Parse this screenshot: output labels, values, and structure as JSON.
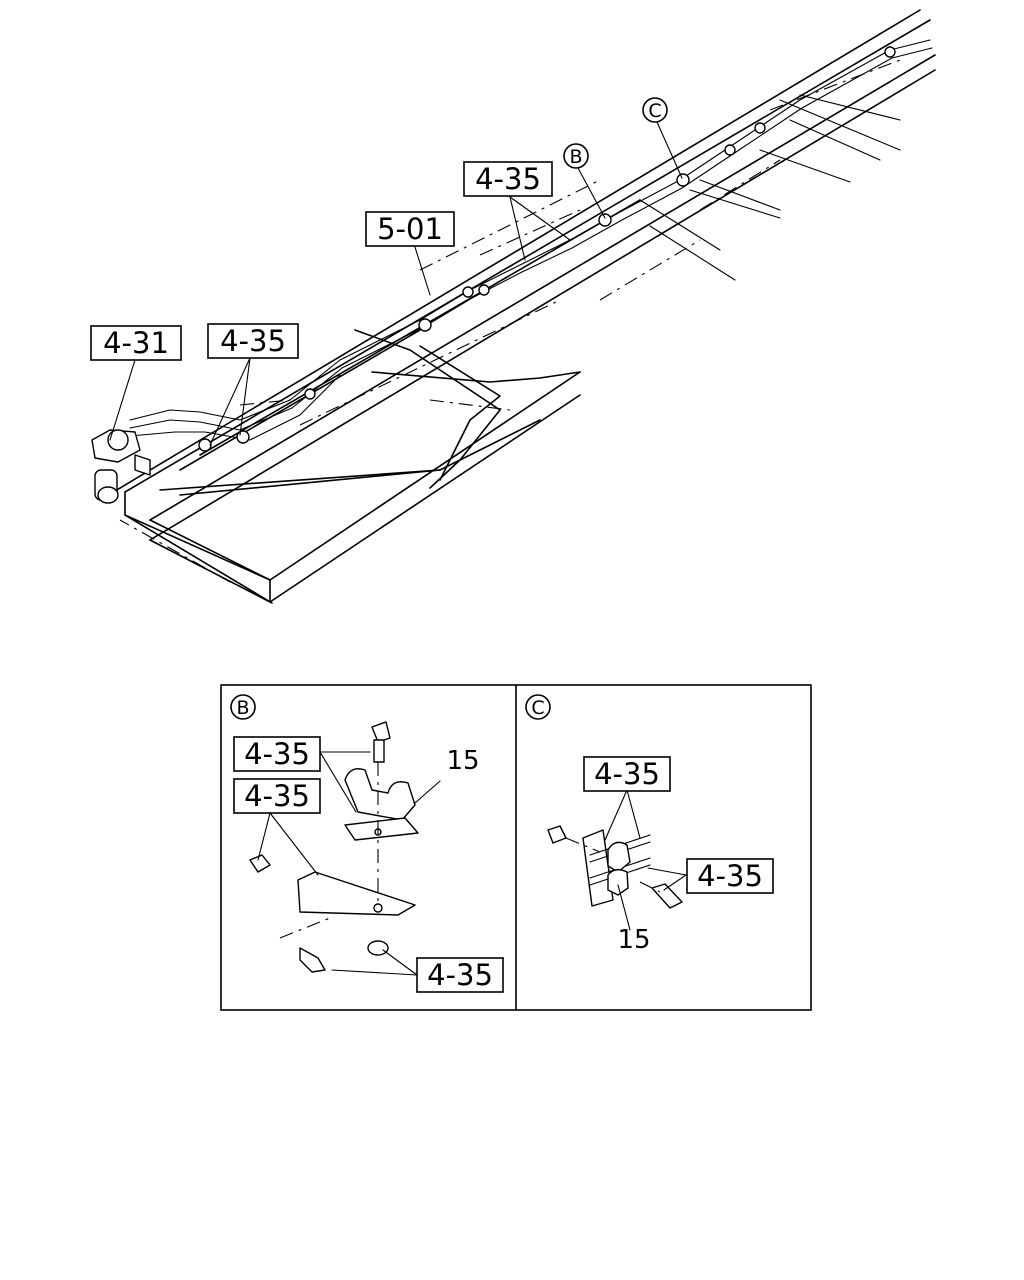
{
  "main_view": {
    "callout_4_31": "4-31",
    "callout_4_35_left": "4-35",
    "callout_5_01": "5-01",
    "callout_4_35_mid": "4-35",
    "marker_b": "B",
    "marker_c": "C"
  },
  "detail_b": {
    "marker": "B",
    "callout_top": "4-35",
    "callout_mid": "4-35",
    "callout_bottom": "4-35",
    "part_number": "15"
  },
  "detail_c": {
    "marker": "C",
    "callout_top": "4-35",
    "callout_right": "4-35",
    "part_number": "15"
  }
}
